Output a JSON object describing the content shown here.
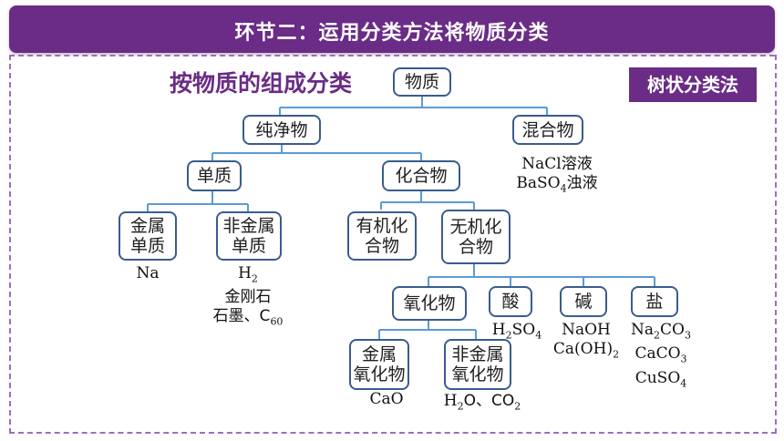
{
  "header": {
    "title": "环节二：运用分类方法将物质分类"
  },
  "subtitle": "按物质的组成分类",
  "method_label": "树状分类法",
  "nodes": {
    "wuzhi": "物质",
    "chunjingwu": "纯净物",
    "hunhewu": "混合物",
    "danzhi": "单质",
    "huahewu": "化合物",
    "jinshu_l1": "金属",
    "jinshu_l2": "单质",
    "feijinshu_l1": "非金属",
    "feijinshu_l2": "单质",
    "youji_l1": "有机化",
    "youji_l2": "合物",
    "wuji_l1": "无机化",
    "wuji_l2": "合物",
    "yanghuawu": "氧化物",
    "suan": "酸",
    "jian": "碱",
    "yan": "盐",
    "jinshu_yh_l1": "金属",
    "jinshu_yh_l2": "氧化物",
    "feijinshu_yh_l1": "非金属",
    "feijinshu_yh_l2": "氧化物"
  },
  "examples": {
    "mixture_1_a": "NaCl",
    "mixture_1_b": "溶液",
    "mixture_2_a": "BaSO",
    "mixture_2_sub": "4",
    "mixture_2_b": "浊液",
    "metal": "Na",
    "nonmetal_1": "H",
    "nonmetal_1_sub": "2",
    "nonmetal_2": "金刚石",
    "nonmetal_3_a": "石墨、C",
    "nonmetal_3_sub": "60",
    "acid_a": "H",
    "acid_sub1": "2",
    "acid_b": "SO",
    "acid_sub2": "4",
    "base_1": "NaOH",
    "base_2_a": "Ca(OH)",
    "base_2_sub": "2",
    "salt_1_a": "Na",
    "salt_1_sub1": "2",
    "salt_1_b": "CO",
    "salt_1_sub2": "3",
    "salt_2_a": "CaCO",
    "salt_2_sub": "3",
    "salt_3_a": "CuSO",
    "salt_3_sub": "4",
    "metal_oxide": "CaO",
    "nonmetal_oxide_a": "H",
    "nonmetal_oxide_sub1": "2",
    "nonmetal_oxide_b": "O、CO",
    "nonmetal_oxide_sub2": "2"
  },
  "colors": {
    "accent": "#6a2c86",
    "node_border": "#3a5c8f",
    "connector": "#5b9bd5"
  }
}
